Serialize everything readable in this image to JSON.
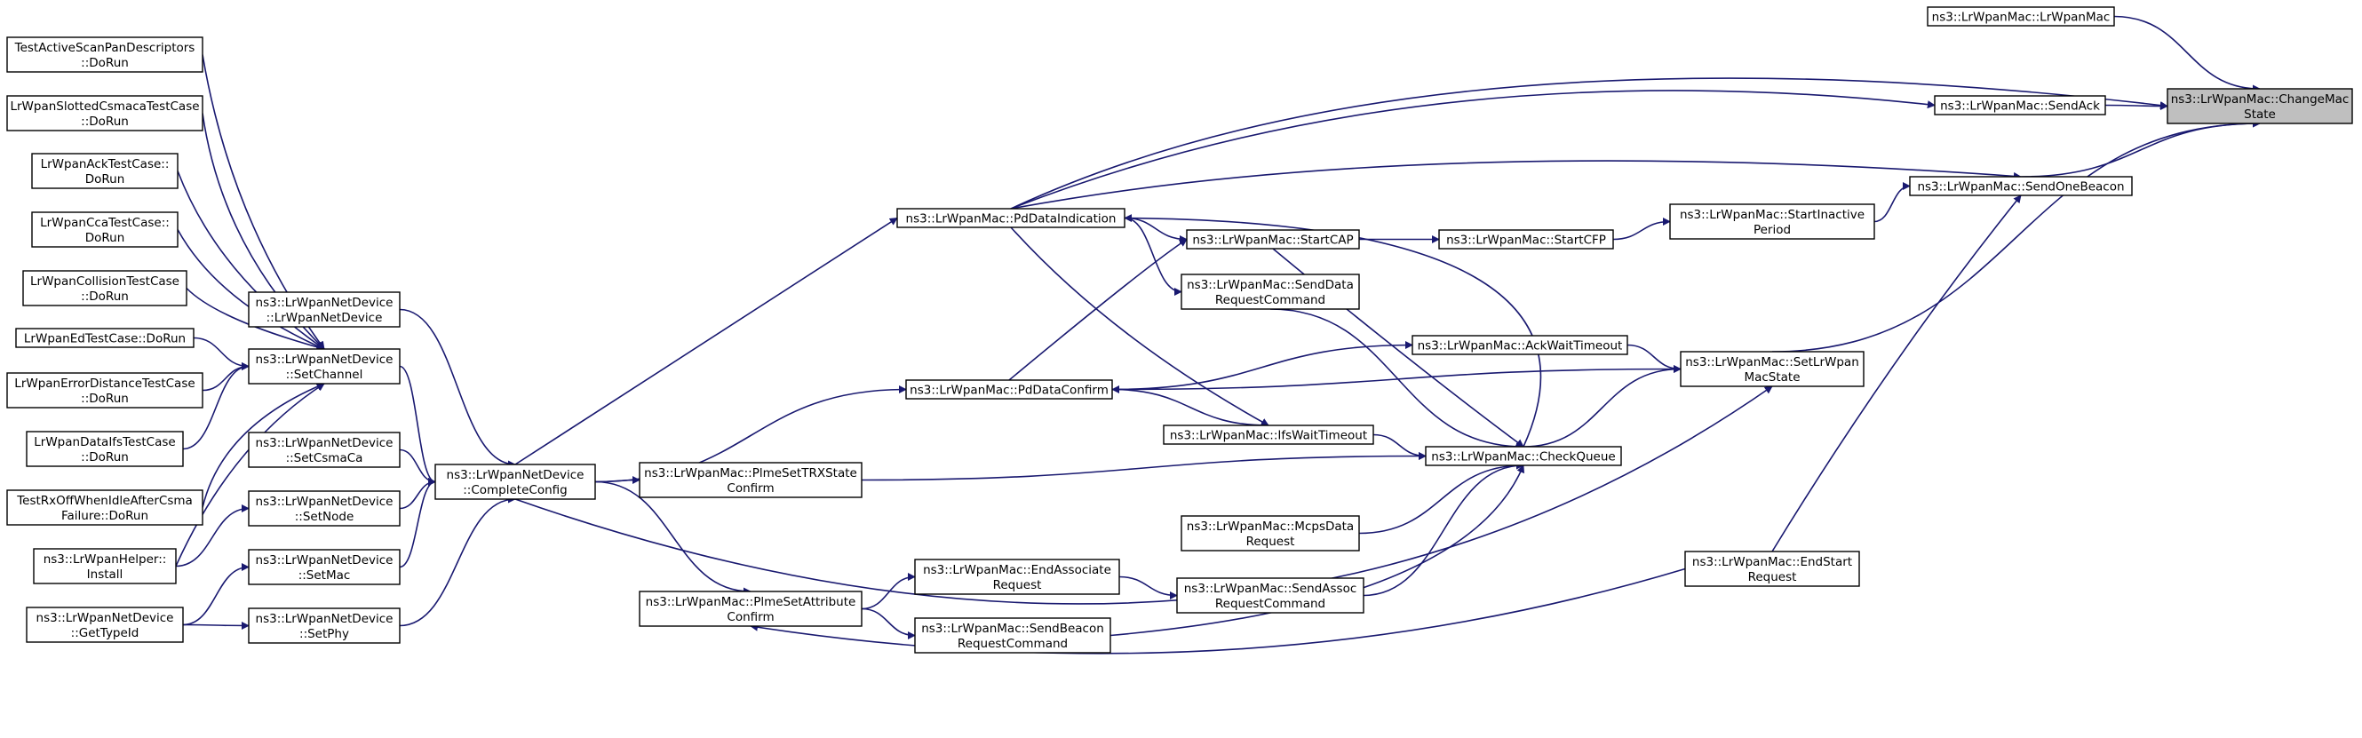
{
  "colors": {
    "edge": "#191970",
    "node_fill": "#ffffff",
    "root_fill": "#bfbfbf",
    "node_border": "#000000"
  },
  "nodes": [
    {
      "id": "changeState",
      "lines": [
        "ns3::LrWpanMac::ChangeMac",
        "State"
      ],
      "root": true
    },
    {
      "id": "lrwpanmac",
      "lines": [
        "ns3::LrWpanMac::LrWpanMac"
      ]
    },
    {
      "id": "sendAck",
      "lines": [
        "ns3::LrWpanMac::SendAck"
      ]
    },
    {
      "id": "sendOneBeacon",
      "lines": [
        "ns3::LrWpanMac::SendOneBeacon"
      ]
    },
    {
      "id": "startInactive",
      "lines": [
        "ns3::LrWpanMac::StartInactive",
        "Period"
      ]
    },
    {
      "id": "startCFP",
      "lines": [
        "ns3::LrWpanMac::StartCFP"
      ]
    },
    {
      "id": "startCAP",
      "lines": [
        "ns3::LrWpanMac::StartCAP"
      ]
    },
    {
      "id": "pdDataInd",
      "lines": [
        "ns3::LrWpanMac::PdDataIndication"
      ]
    },
    {
      "id": "sendDataReq",
      "lines": [
        "ns3::LrWpanMac::SendData",
        "RequestCommand"
      ]
    },
    {
      "id": "ackWait",
      "lines": [
        "ns3::LrWpanMac::AckWaitTimeout"
      ]
    },
    {
      "id": "setLrWpanMacState",
      "lines": [
        "ns3::LrWpanMac::SetLrWpan",
        "MacState"
      ]
    },
    {
      "id": "pdDataConfirm",
      "lines": [
        "ns3::LrWpanMac::PdDataConfirm"
      ]
    },
    {
      "id": "ifsWait",
      "lines": [
        "ns3::LrWpanMac::IfsWaitTimeout"
      ]
    },
    {
      "id": "checkQueue",
      "lines": [
        "ns3::LrWpanMac::CheckQueue"
      ]
    },
    {
      "id": "plmeSetTRX",
      "lines": [
        "ns3::LrWpanMac::PlmeSetTRXState",
        "Confirm"
      ]
    },
    {
      "id": "mcpsData",
      "lines": [
        "ns3::LrWpanMac::McpsData",
        "Request"
      ]
    },
    {
      "id": "endAssoc",
      "lines": [
        "ns3::LrWpanMac::EndAssociate",
        "Request"
      ]
    },
    {
      "id": "sendAssoc",
      "lines": [
        "ns3::LrWpanMac::SendAssoc",
        "RequestCommand"
      ]
    },
    {
      "id": "plmeSetAttr",
      "lines": [
        "ns3::LrWpanMac::PlmeSetAttribute",
        "Confirm"
      ]
    },
    {
      "id": "sendBeaconReq",
      "lines": [
        "ns3::LrWpanMac::SendBeacon",
        "RequestCommand"
      ]
    },
    {
      "id": "endStart",
      "lines": [
        "ns3::LrWpanMac::EndStart",
        "Request"
      ]
    },
    {
      "id": "completeConfig",
      "lines": [
        "ns3::LrWpanNetDevice",
        "::CompleteConfig"
      ]
    },
    {
      "id": "ctorNetDevice",
      "lines": [
        "ns3::LrWpanNetDevice",
        "::LrWpanNetDevice"
      ]
    },
    {
      "id": "setChannel",
      "lines": [
        "ns3::LrWpanNetDevice",
        "::SetChannel"
      ]
    },
    {
      "id": "setCsmaCa",
      "lines": [
        "ns3::LrWpanNetDevice",
        "::SetCsmaCa"
      ]
    },
    {
      "id": "setNode",
      "lines": [
        "ns3::LrWpanNetDevice",
        "::SetNode"
      ]
    },
    {
      "id": "setMac",
      "lines": [
        "ns3::LrWpanNetDevice",
        "::SetMac"
      ]
    },
    {
      "id": "setPhy",
      "lines": [
        "ns3::LrWpanNetDevice",
        "::SetPhy"
      ]
    },
    {
      "id": "t_activeScan",
      "lines": [
        "TestActiveScanPanDescriptors",
        "::DoRun"
      ]
    },
    {
      "id": "t_slotted",
      "lines": [
        "LrWpanSlottedCsmacaTestCase",
        "::DoRun"
      ]
    },
    {
      "id": "t_ack",
      "lines": [
        "LrWpanAckTestCase::",
        "DoRun"
      ]
    },
    {
      "id": "t_cca",
      "lines": [
        "LrWpanCcaTestCase::",
        "DoRun"
      ]
    },
    {
      "id": "t_collision",
      "lines": [
        "LrWpanCollisionTestCase",
        "::DoRun"
      ]
    },
    {
      "id": "t_ed",
      "lines": [
        "LrWpanEdTestCase::DoRun"
      ]
    },
    {
      "id": "t_errDist",
      "lines": [
        "LrWpanErrorDistanceTestCase",
        "::DoRun"
      ]
    },
    {
      "id": "t_dataIfs",
      "lines": [
        "LrWpanDataIfsTestCase",
        "::DoRun"
      ]
    },
    {
      "id": "t_rxOff",
      "lines": [
        "TestRxOffWhenIdleAfterCsma",
        "Failure::DoRun"
      ]
    },
    {
      "id": "helperInstall",
      "lines": [
        "ns3::LrWpanHelper::",
        "Install"
      ]
    },
    {
      "id": "getTypeId",
      "lines": [
        "ns3::LrWpanNetDevice",
        "::GetTypeId"
      ]
    }
  ]
}
